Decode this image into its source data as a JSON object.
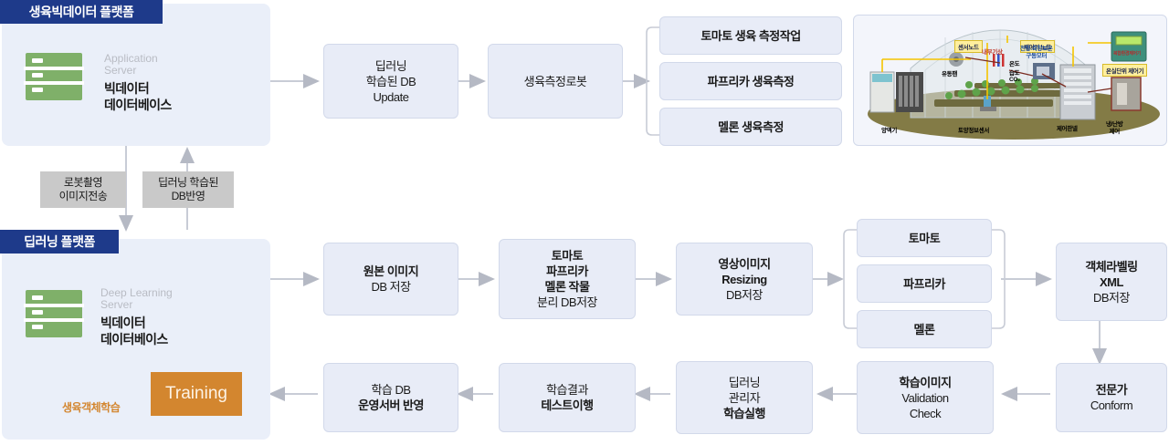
{
  "platforms": [
    {
      "id": "growth-bigdata-platform",
      "title": "생육빅데이터 플랫폼",
      "server_role": "Application\nServer",
      "server_name": "빅데이터\n데이터베이스"
    },
    {
      "id": "deeplearning-platform",
      "title": "딥러닝 플랫폼",
      "server_role": "Deep Learning\nServer",
      "server_name": "빅데이터\n데이터베이스"
    }
  ],
  "chips": [
    {
      "id": "robot-capture-image-transfer",
      "text": "로봇촬영\n이미지전송"
    },
    {
      "id": "deeplearning-trained-db-apply",
      "text": "딥러닝 학습된\nDB반영"
    }
  ],
  "training": {
    "label": "Training",
    "note": "생육객체학습"
  },
  "top_flow": [
    {
      "id": "deeplearning-db-update",
      "lines": [
        {
          "t": "딥러닝",
          "b": false
        },
        {
          "t": "학습된 DB",
          "b": false
        },
        {
          "t": "Update",
          "b": false
        }
      ]
    },
    {
      "id": "growth-measuring-robot",
      "lines": [
        {
          "t": "생육측정로봇",
          "b": false
        }
      ]
    }
  ],
  "top_branch": [
    {
      "id": "tomato-growth-measurement-task",
      "label": "토마토 생육 측정작업"
    },
    {
      "id": "paprika-growth-measurement",
      "label": "파프리카 생육측정"
    },
    {
      "id": "melon-growth-measurement",
      "label": "멜론 생육측정"
    }
  ],
  "mid_flow": [
    {
      "id": "original-image-db-save",
      "lines": [
        {
          "t": "원본 이미지",
          "b": true
        },
        {
          "t": "DB 저장",
          "b": false
        }
      ]
    },
    {
      "id": "crop-separation-db-save",
      "lines": [
        {
          "t": "토마토",
          "b": true
        },
        {
          "t": "파프리카",
          "b": true
        },
        {
          "t": "멜론 작물",
          "b": true
        },
        {
          "t": "분리 DB저장",
          "b": false
        }
      ]
    },
    {
      "id": "image-resizing-db-save",
      "lines": [
        {
          "t": "영상이미지",
          "b": true
        },
        {
          "t": "Resizing",
          "b": true
        },
        {
          "t": "DB저장",
          "b": false
        }
      ]
    }
  ],
  "mid_branch": [
    {
      "id": "tomato",
      "label": "토마토"
    },
    {
      "id": "paprika",
      "label": "파프리카"
    },
    {
      "id": "melon",
      "label": "멜론"
    }
  ],
  "mid_tail": [
    {
      "id": "object-labeling-xml-db-save",
      "lines": [
        {
          "t": "객체라벨링",
          "b": true
        },
        {
          "t": "XML",
          "b": true
        },
        {
          "t": "DB저장",
          "b": false
        }
      ]
    }
  ],
  "bottom_flow": [
    {
      "id": "learning-db-apply-ops-server",
      "lines": [
        {
          "t": "학습 DB",
          "b": false
        },
        {
          "t": "운영서버 반영",
          "b": true
        }
      ]
    },
    {
      "id": "learning-result-test-execution",
      "lines": [
        {
          "t": "학습결과",
          "b": false
        },
        {
          "t": "테스트이행",
          "b": true
        }
      ]
    },
    {
      "id": "deeplearning-manager-train-run",
      "lines": [
        {
          "t": "딥러닝",
          "b": false
        },
        {
          "t": "관리자",
          "b": false
        },
        {
          "t": "학습실행",
          "b": true
        }
      ]
    },
    {
      "id": "training-image-validation-check",
      "lines": [
        {
          "t": "학습이미지",
          "b": true
        },
        {
          "t": "Validation",
          "b": false
        },
        {
          "t": "Check",
          "b": false
        }
      ]
    },
    {
      "id": "expert-conform",
      "lines": [
        {
          "t": "전문가",
          "b": true
        },
        {
          "t": "Conform",
          "b": false
        }
      ]
    }
  ],
  "greenhouse_photo": {
    "id": "greenhouse-ict-diagram",
    "labels": [
      {
        "id": "sensor-node",
        "text": "센서노드"
      },
      {
        "id": "controller-node",
        "text": "제어기 노드"
      },
      {
        "id": "greenhouse-unit-controller",
        "text": "온실단위 제어기"
      }
    ],
    "texts": [
      {
        "id": "internal-weather",
        "text": "내부기상",
        "color": "#c0392b"
      },
      {
        "id": "ceiling-side-insulation-motor",
        "text": "천창.측창보온\n구동모터",
        "color": "#1f4e9c"
      },
      {
        "id": "temperature",
        "text": "온도",
        "color": "#1a1a1a"
      },
      {
        "id": "humidity",
        "text": "습도",
        "color": "#1a1a1a"
      },
      {
        "id": "co2",
        "text": "CO₂",
        "color": "#1a1a1a"
      },
      {
        "id": "circulation-fan",
        "text": "유동팬",
        "color": "#1a1a1a"
      },
      {
        "id": "nutrient-supply",
        "text": "양액기",
        "color": "#1a1a1a"
      },
      {
        "id": "soil-info-sensor",
        "text": "토양정보센서",
        "color": "#1a1a1a"
      },
      {
        "id": "control-panel",
        "text": "제어판넬",
        "color": "#1a1a1a"
      },
      {
        "id": "cooling-heating-control",
        "text": "냉/난방\n제어",
        "color": "#1a1a1a"
      },
      {
        "id": "device-label",
        "text": "복합환경제어기",
        "color": "#b03030"
      }
    ]
  },
  "colors": {
    "panel_bg": "#eaeff9",
    "panel_title_bg": "#1e3a8a",
    "node_bg": "#e8ecf7",
    "node_border": "#d2d9ea",
    "chip_bg": "#c9c9c9",
    "training_bg": "#d3862f",
    "server_green": "#7fb069",
    "arrow_gray": "#b5b9c4",
    "dark_connector": "#4a5a68"
  }
}
